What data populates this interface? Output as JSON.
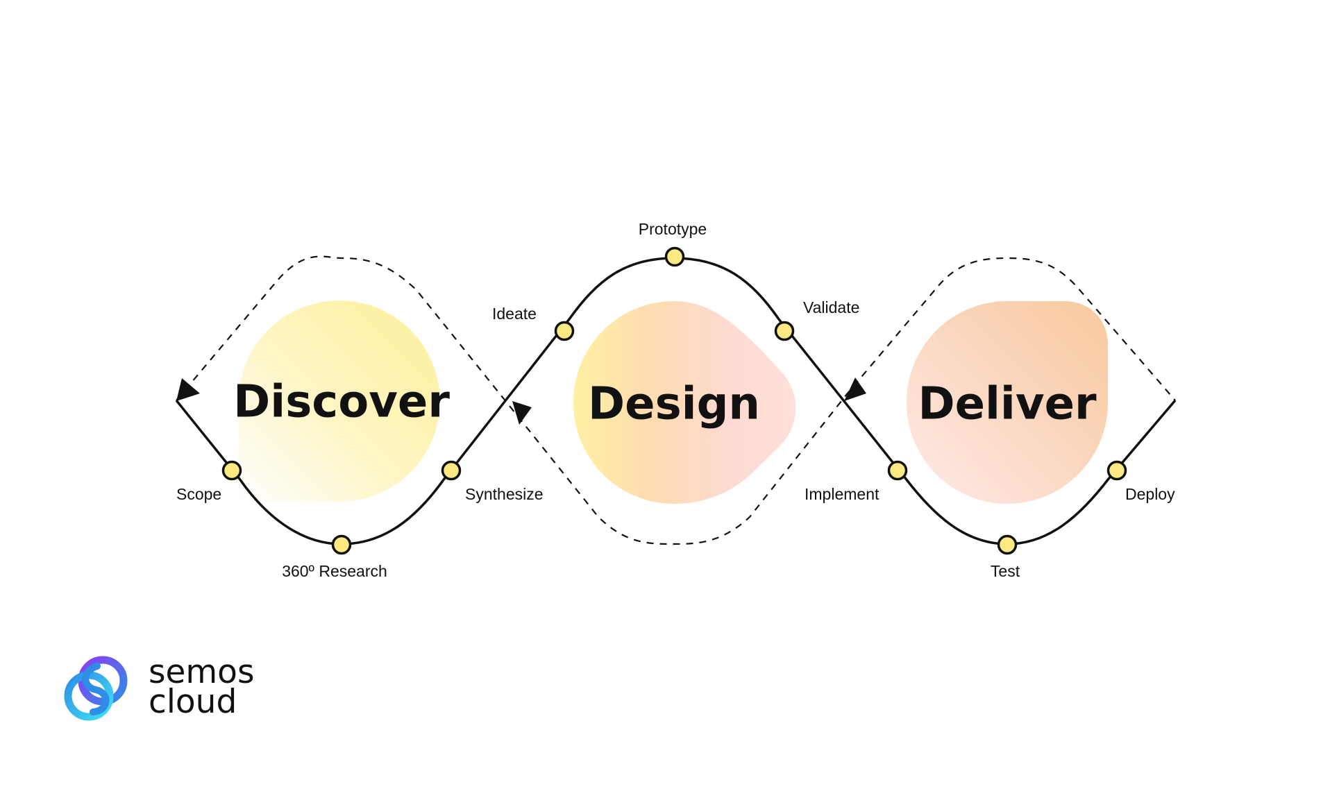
{
  "phases": {
    "discover": "Discover",
    "design": "Design",
    "deliver": "Deliver"
  },
  "steps": {
    "scope": "Scope",
    "research": "360º Research",
    "synthesize": "Synthesize",
    "ideate": "Ideate",
    "prototype": "Prototype",
    "validate": "Validate",
    "implement": "Implement",
    "test": "Test",
    "deploy": "Deploy"
  },
  "brand": {
    "line1": "semos",
    "line2": "cloud"
  },
  "colors": {
    "line": "#111111",
    "node_fill": "#fde981",
    "discover_blob": "#fef1a7",
    "design_blob_left": "#fee9a0",
    "design_blob_right": "#fddbd3",
    "deliver_blob_left": "#fde4dc",
    "deliver_blob_right": "#f9c99d",
    "logo_purple": "#7b4cf0",
    "logo_blue": "#2f8de8",
    "logo_cyan": "#3fd8f2"
  }
}
